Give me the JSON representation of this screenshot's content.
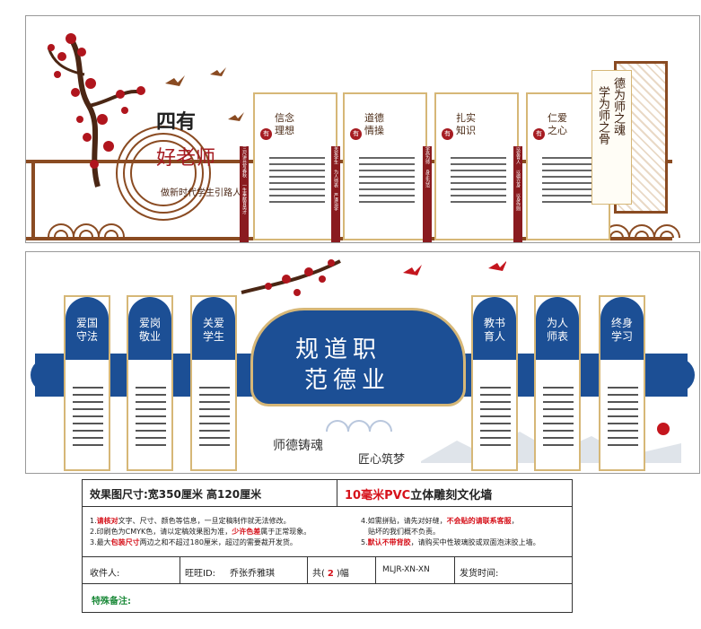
{
  "top_wall": {
    "title_line1": "四有",
    "title_line2": "好老师",
    "subtitle": "做新时代学生引路人",
    "side_slogan_col1": "德为师之魂",
    "side_slogan_col2": "学为师之骨",
    "badge_char": "有",
    "cards": [
      {
        "title": "信念\n理想",
        "ribbon": "三尺讲台写春秋 一生奉献育英才"
      },
      {
        "title": "道德\n情操",
        "ribbon": "关爱学生 为人师表 严谨治学"
      },
      {
        "title": "扎实\n知识",
        "ribbon": "学高为师 身正为范"
      },
      {
        "title": "仁爱\n之心",
        "ribbon": "以爱育人 以德立身 以身作则"
      }
    ]
  },
  "bottom_wall": {
    "center_title_line1": "规道职",
    "center_title_line2": "范德业",
    "slogan_left": "师德铸魂",
    "slogan_right": "匠心筑梦",
    "cards": [
      {
        "title": "爱国\n守法"
      },
      {
        "title": "爱岗\n敬业"
      },
      {
        "title": "关爱\n学生"
      },
      {
        "title": "教书\n育人"
      },
      {
        "title": "为人\n师表"
      },
      {
        "title": "终身\n学习"
      }
    ]
  },
  "order_form": {
    "size_label": "效果图尺寸:宽350厘米 高120厘米",
    "product_label_red": "10毫米PVC",
    "product_label_rest": "立体雕刻文化墙",
    "notes_left": [
      {
        "pre": "1.",
        "red": "请核对",
        "post": "文字、尺寸、颜色等信息，一旦定稿制作就无法修改。"
      },
      {
        "pre": "2.印刷色为CMYK色，请以定稿效果图为准，",
        "red": "少许色差",
        "post": "属于正常现象。"
      },
      {
        "pre": "3.最大",
        "red": "包装尺寸",
        "post": "两边之和不超过180厘米，超过的需要裁开发货。"
      }
    ],
    "notes_right": [
      {
        "pre": "4.如需拼贴，请先对好缝，",
        "red": "不会贴的请联系客服",
        "post": "，"
      },
      {
        "pre": "",
        "red": "",
        "post": "贴坏的我们概不负责。"
      },
      {
        "pre": "5.",
        "red": "默认不带背胶",
        "post": "，请购买中性玻璃胶或双面泡沫胶上墙。"
      }
    ],
    "recipient_label": "收件人:",
    "wangwang_label": "旺旺ID:",
    "wangwang_value": "乔张乔雅琪",
    "count_pre": "共(",
    "count_value": "2",
    "count_post": ")幅",
    "code": "MLJR-XN-XN",
    "ship_label": "发货时间:",
    "special_label": "特殊备注:"
  },
  "colors": {
    "brown": "#8a4b22",
    "red": "#a61c22",
    "blue": "#1c4f95",
    "gold": "#d6b777"
  }
}
